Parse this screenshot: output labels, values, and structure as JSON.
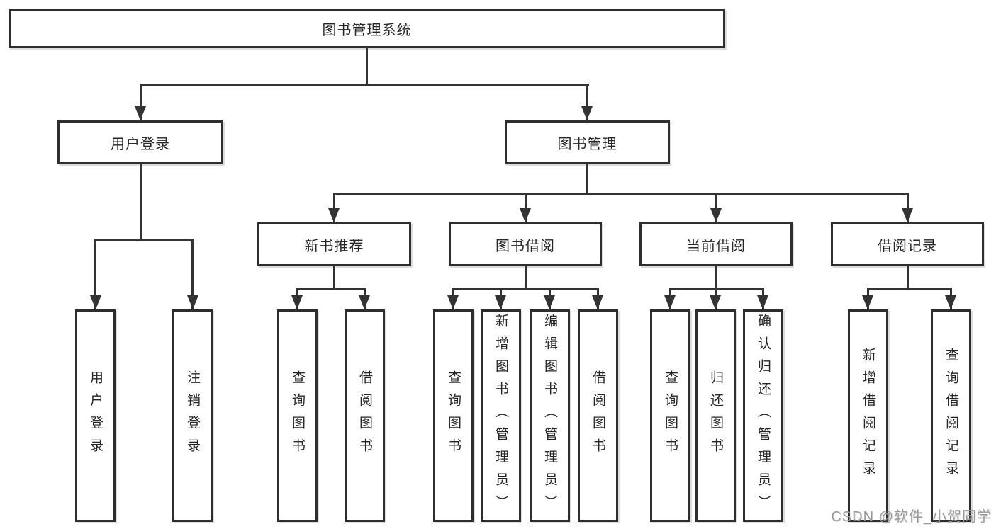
{
  "watermark": "CSDN @软件_小贺同学",
  "colors": {
    "line": "#333333",
    "box_border": "#2e2e2e",
    "text": "#262626",
    "watermark": "#9a9a9a",
    "background": "#ffffff"
  },
  "tree": {
    "label": "图书管理系统",
    "children": [
      {
        "label": "用户登录",
        "children": [
          {
            "label": "用户登录"
          },
          {
            "label": "注销登录"
          }
        ]
      },
      {
        "label": "图书管理",
        "children": [
          {
            "label": "新书推荐",
            "children": [
              {
                "label": "查询图书"
              },
              {
                "label": "借阅图书"
              }
            ]
          },
          {
            "label": "图书借阅",
            "children": [
              {
                "label": "查询图书"
              },
              {
                "label": "新增图书（管理员）"
              },
              {
                "label": "编辑图书（管理员）"
              },
              {
                "label": "借阅图书"
              }
            ]
          },
          {
            "label": "当前借阅",
            "children": [
              {
                "label": "查询图书"
              },
              {
                "label": "归还图书"
              },
              {
                "label": "确认归还（管理员）"
              }
            ]
          },
          {
            "label": "借阅记录",
            "children": [
              {
                "label": "新增借阅记录"
              },
              {
                "label": "查询借阅记录"
              }
            ]
          }
        ]
      }
    ]
  }
}
